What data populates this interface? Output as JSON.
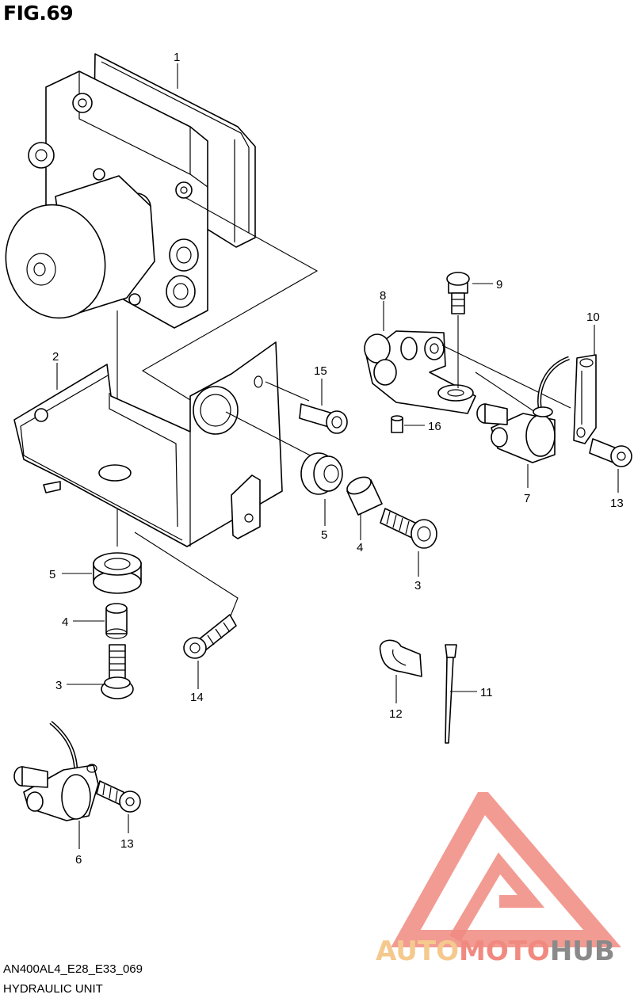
{
  "figure": {
    "number": "FIG.69",
    "code": "AN400AL4_E28_E33_069",
    "caption": "HYDRAULIC UNIT"
  },
  "callouts": [
    {
      "id": "c1",
      "label": "1"
    },
    {
      "id": "c2",
      "label": "2"
    },
    {
      "id": "c3a",
      "label": "3"
    },
    {
      "id": "c3b",
      "label": "3"
    },
    {
      "id": "c4a",
      "label": "4"
    },
    {
      "id": "c4b",
      "label": "4"
    },
    {
      "id": "c5a",
      "label": "5"
    },
    {
      "id": "c5b",
      "label": "5"
    },
    {
      "id": "c6",
      "label": "6"
    },
    {
      "id": "c7",
      "label": "7"
    },
    {
      "id": "c8",
      "label": "8"
    },
    {
      "id": "c9",
      "label": "9"
    },
    {
      "id": "c10",
      "label": "10"
    },
    {
      "id": "c11",
      "label": "11"
    },
    {
      "id": "c12",
      "label": "12"
    },
    {
      "id": "c13a",
      "label": "13"
    },
    {
      "id": "c13b",
      "label": "13"
    },
    {
      "id": "c14",
      "label": "14"
    },
    {
      "id": "c15",
      "label": "15"
    },
    {
      "id": "c16",
      "label": "16"
    }
  ],
  "watermark": {
    "part1": "AUTO",
    "part2": "MOTO",
    "part3": "HUB",
    "color_auto": "#f5c98e",
    "color_moto": "#f08a80",
    "color_hub": "#8a8a8a",
    "color_triangle": "#f08a80"
  }
}
